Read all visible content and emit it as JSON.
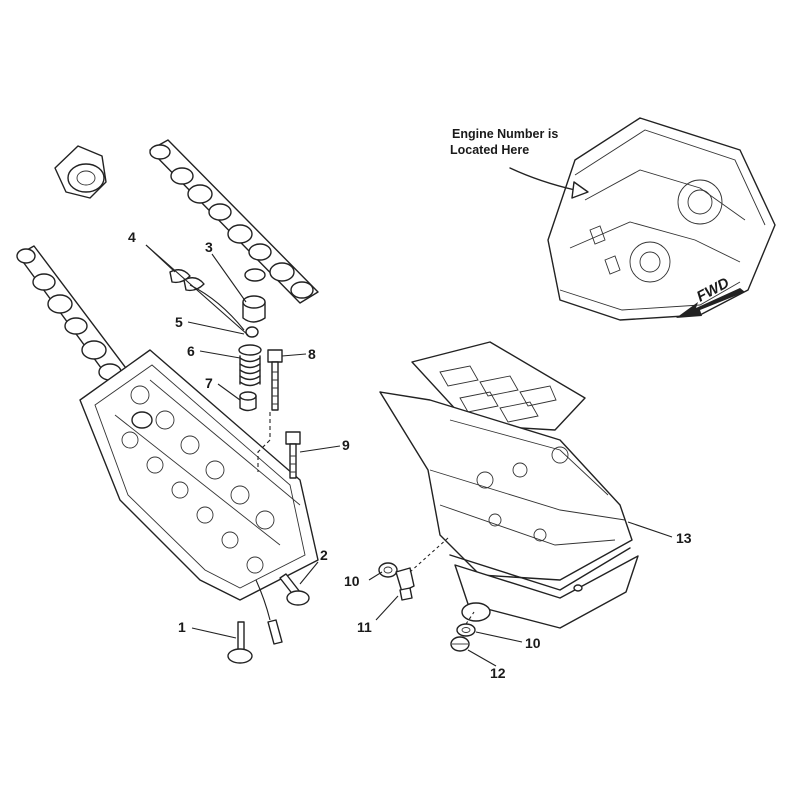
{
  "callouts": {
    "c1": "1",
    "c2": "2",
    "c3": "3",
    "c4": "4",
    "c5": "5",
    "c6": "6",
    "c7": "7",
    "c8": "8",
    "c9": "9",
    "c10a": "10",
    "c10b": "10",
    "c11": "11",
    "c12": "12",
    "c13": "13"
  },
  "engine_note": {
    "line1": "Engine Number is",
    "line2": "Located Here"
  },
  "direction_label": "FWD"
}
